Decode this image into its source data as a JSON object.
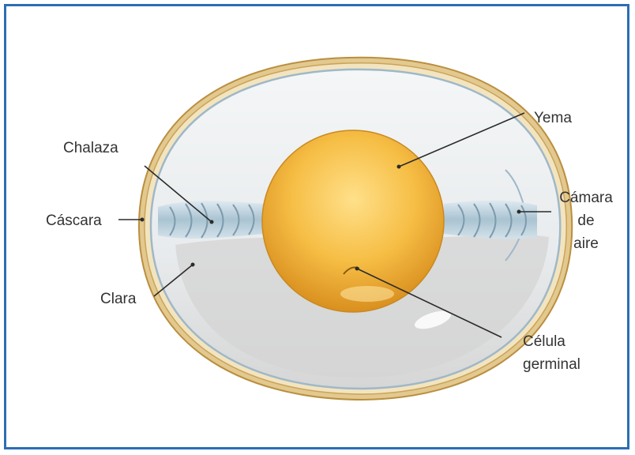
{
  "labels": {
    "yolk": "Yema",
    "chalaza": "Chalaza",
    "shell": "Cáscara",
    "white": "Clara",
    "air_cell_line1": "Cámara",
    "air_cell_line2": "de",
    "air_cell_line3": "aire",
    "germinal_line1": "Célula",
    "germinal_line2": "germinal"
  },
  "colors": {
    "frame": "#2d6db5",
    "shell": "#d9b36a",
    "yolk": "#f4b840",
    "white_upper": "#eceff1",
    "white_lower": "#d7d7d7",
    "chalaza": "#b9cfdb",
    "leader_line": "#2b2b2b"
  }
}
